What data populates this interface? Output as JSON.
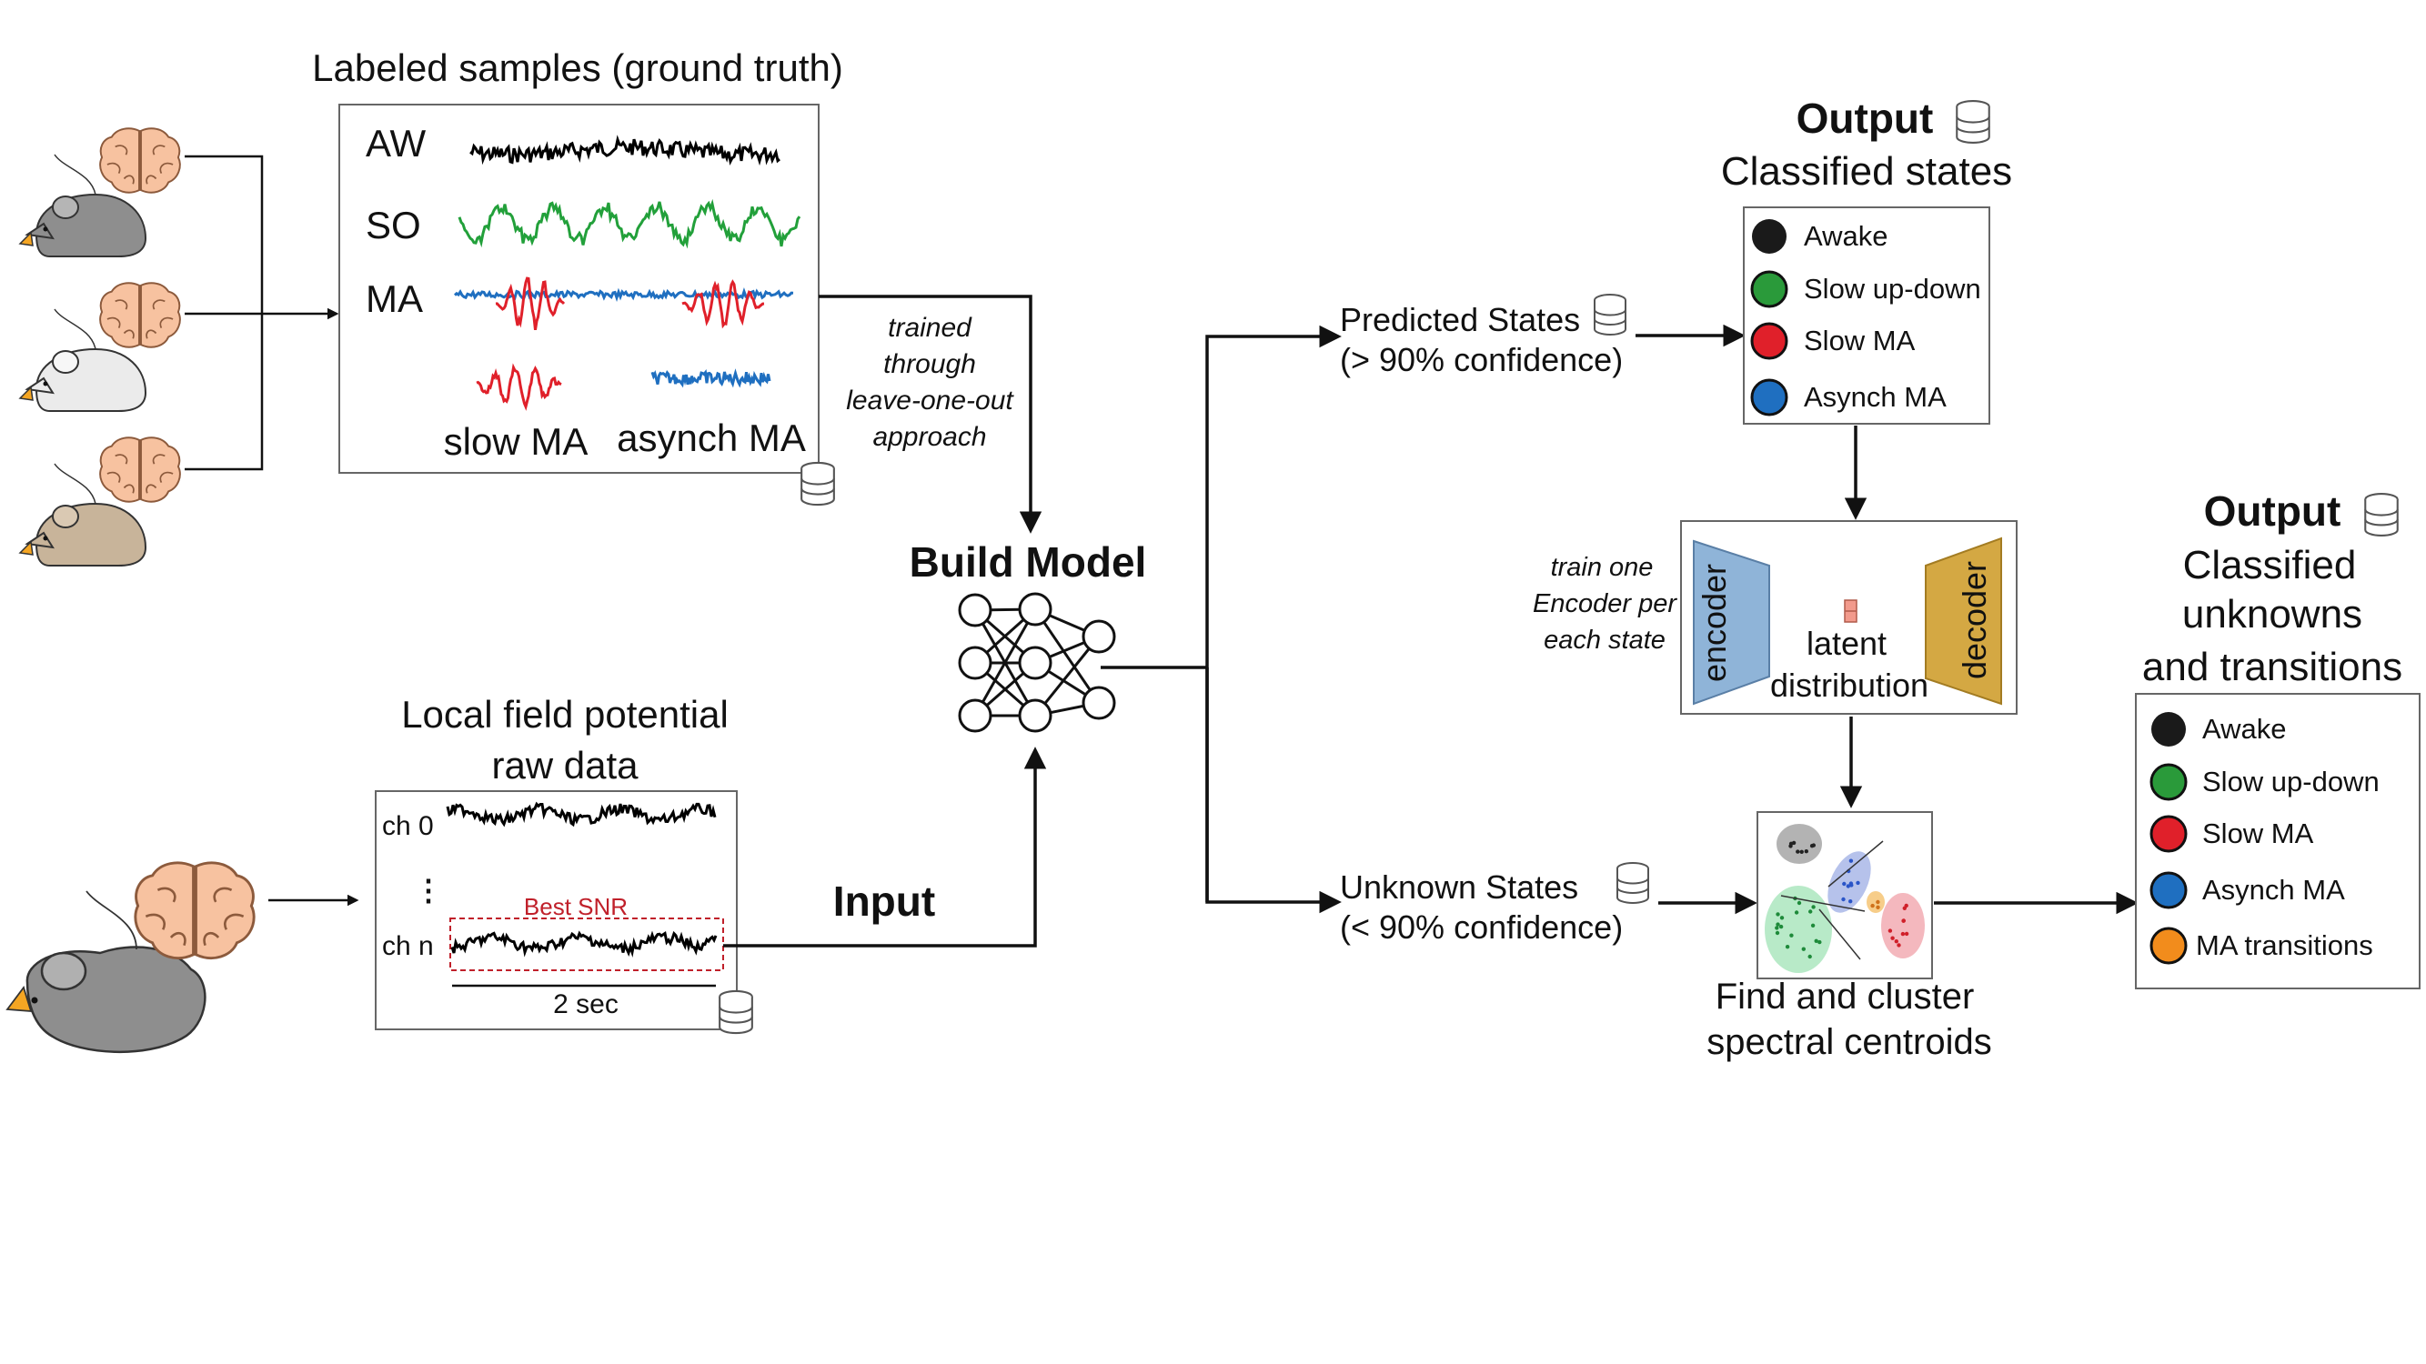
{
  "labeled": {
    "title": "Labeled samples (ground truth)",
    "aw": "AW",
    "so": "SO",
    "ma": "MA",
    "slow_ma": "slow MA",
    "asynch_ma": "asynch MA"
  },
  "training_note": [
    "trained",
    "through",
    "leave-one-out",
    "approach"
  ],
  "build_model": "Build Model",
  "lfp": {
    "title_line1": "Local field potential",
    "title_line2": "raw data",
    "ch0": "ch 0",
    "dots": "⋮",
    "chn": "ch n",
    "best_snr": "Best SNR",
    "scale": "2 sec"
  },
  "input_label": "Input",
  "predicted": {
    "line1": "Predicted States",
    "line2": "(> 90% confidence)"
  },
  "unknown": {
    "line1": "Unknown States",
    "line2": "(< 90% confidence)"
  },
  "output1": {
    "bold": "Output",
    "sub": "Classified states",
    "items": [
      "Awake",
      "Slow up-down",
      "Slow MA",
      "Asynch MA"
    ]
  },
  "autoencoder": {
    "note": [
      "train one",
      "Encoder per",
      "each state"
    ],
    "encoder": "encoder",
    "decoder": "decoder",
    "latent1": "latent",
    "latent2": "distribution"
  },
  "cluster": {
    "line1": "Find and cluster",
    "line2": "spectral centroids"
  },
  "output2": {
    "bold": "Output",
    "sub": [
      "Classified",
      "unknowns",
      "and transitions"
    ],
    "items": [
      "Awake",
      "Slow up-down",
      "Slow MA",
      "Asynch MA",
      "MA transitions"
    ]
  },
  "colors": {
    "awake": "#1a1a1a",
    "slow_updown": "#2a9a3a",
    "slow_ma": "#e0202a",
    "asynch_ma": "#1f6fc0",
    "transitions": "#f28c1c",
    "encoder": "#8fb4d8",
    "decoder": "#d4a843",
    "brain": "#f7c2a0"
  },
  "icons": [
    "mouse-icon",
    "brain-icon",
    "database-icon",
    "neural-network-icon"
  ]
}
